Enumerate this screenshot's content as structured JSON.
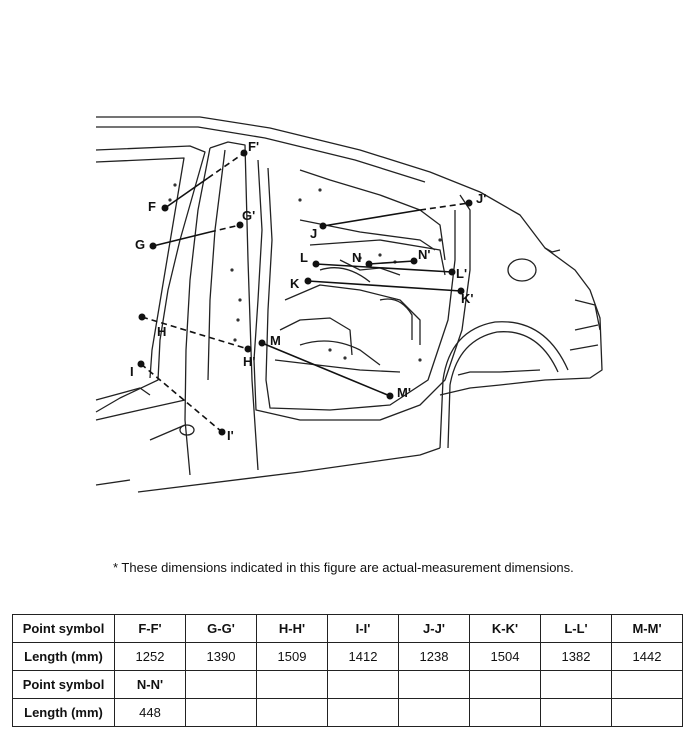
{
  "points": {
    "F": "F",
    "F_prime": "F'",
    "G": "G",
    "G_prime": "G'",
    "H": "H",
    "H_prime": "H'",
    "I": "I",
    "I_prime": "I'",
    "J": "J",
    "J_prime": "J'",
    "K": "K",
    "K_prime": "K'",
    "L": "L",
    "L_prime": "L'",
    "M": "M",
    "M_prime": "M'",
    "N": "N",
    "N_prime": "N'"
  },
  "note": "*  These dimensions indicated in this figure are actual-measurement dimensions.",
  "table": {
    "row_header_symbol": "Point symbol",
    "row_header_length": "Length (mm)",
    "row1_symbols": [
      "F-F'",
      "G-G'",
      "H-H'",
      "I-I'",
      "J-J'",
      "K-K'",
      "L-L'",
      "M-M'"
    ],
    "row1_lengths": [
      "1252",
      "1390",
      "1509",
      "1412",
      "1238",
      "1504",
      "1382",
      "1442"
    ],
    "row2_symbols": [
      "N-N'",
      "",
      "",
      "",
      "",
      "",
      "",
      ""
    ],
    "row2_lengths": [
      "448",
      "",
      "",
      "",
      "",
      "",
      "",
      ""
    ]
  }
}
